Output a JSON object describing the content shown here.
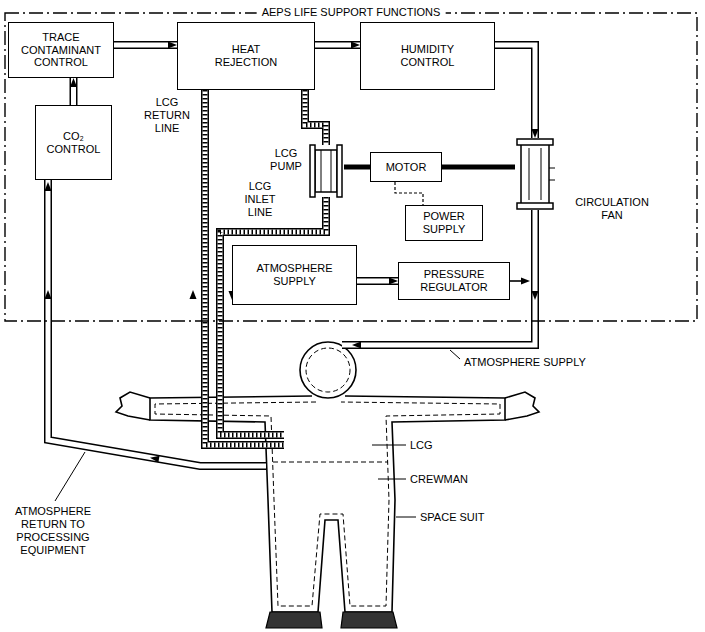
{
  "diagram": {
    "nodes": [
      {
        "text": [
          "AEPS LIFE SUPPORT FUNCTIONS"
        ]
      },
      {
        "text": [
          "TRACE CONTAMINANT CONTROL"
        ],
        "in": 0
      },
      {
        "text": [
          "HEAT REJECTION"
        ],
        "in": 0
      },
      {
        "text": [
          "HUMIDITY CONTROL"
        ],
        "in": 0
      },
      {
        "text": [
          "CO₂ CONTROL"
        ],
        "in": 0
      },
      {
        "text": [
          "LCG PUMP"
        ],
        "in": 0
      },
      {
        "text": [
          "MOTOR"
        ],
        "in": 0
      },
      {
        "text": [
          "POWER SUPPLY"
        ],
        "in": 0
      },
      {
        "text": [
          "CIRCULATION FAN"
        ],
        "in": 0
      },
      {
        "text": [
          "ATMOSPHERE SUPPLY"
        ],
        "in": 0
      },
      {
        "text": [
          "PRESSURE REGULATOR"
        ],
        "in": 0
      }
    ],
    "edges": [
      {
        "from": 4,
        "to": 1,
        "arrow": "to"
      },
      {
        "from": 1,
        "to": 2,
        "arrow": "to"
      },
      {
        "from": 2,
        "to": 3,
        "arrow": "to"
      },
      {
        "from": 3,
        "to": 8,
        "arrow": "to"
      },
      {
        "from": 2,
        "to": 5,
        "arrow": "none"
      },
      {
        "from": 5,
        "to": 6,
        "arrow": "none"
      },
      {
        "from": 6,
        "to": 8,
        "arrow": "none"
      },
      {
        "from": 6,
        "to": 7,
        "arrow": "none"
      },
      {
        "from": 9,
        "to": 10,
        "arrow": "to"
      }
    ],
    "labels": [
      "LCG RETURN LINE",
      "LCG INLET LINE",
      "ATMOSPHERE SUPPLY",
      "ATMOSPHERE RETURN TO PROCESSING EQUIPMENT",
      "LCG",
      "CREWMAN",
      "SPACE SUIT"
    ]
  }
}
